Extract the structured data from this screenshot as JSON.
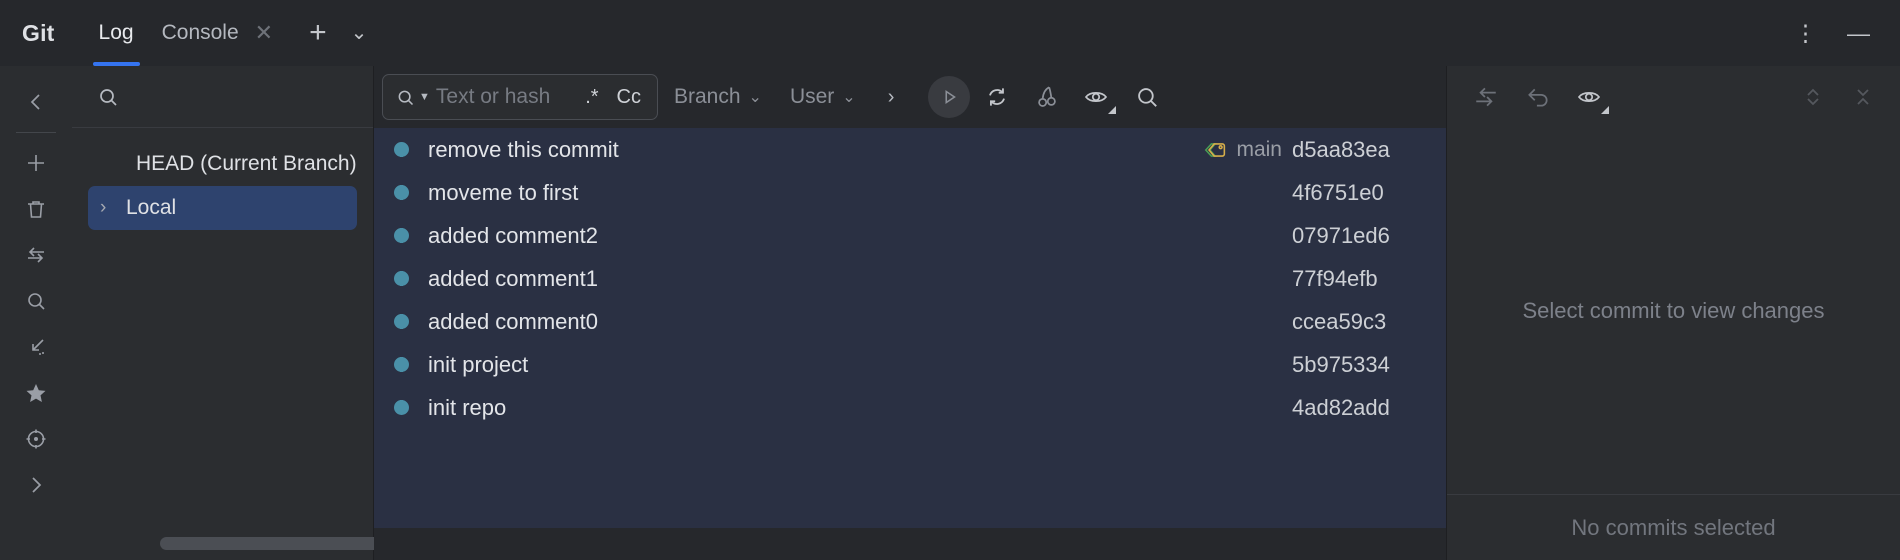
{
  "window": {
    "app_title": "Git",
    "tabs": [
      {
        "label": "Log",
        "active": true
      },
      {
        "label": "Console",
        "active": false
      }
    ],
    "tab_close_icon": "close-icon",
    "new_tab_icon": "plus-icon",
    "tab_list_icon": "chevron-down-icon",
    "options_icon": "more-vertical-icon",
    "minimize_icon": "minimize-icon"
  },
  "left_rail": {
    "icons": [
      "collapse-left-icon",
      "add-icon",
      "delete-icon",
      "compare-branches-icon",
      "search-icon",
      "collapse-diagonal-icon",
      "favorite-star-icon",
      "target-icon",
      "expand-right-icon"
    ]
  },
  "branch_panel": {
    "search_icon": "search-icon",
    "search_value": "",
    "tree": [
      {
        "label": "HEAD (Current Branch)",
        "selected": false,
        "expandable": false
      },
      {
        "label": "Local",
        "selected": true,
        "expandable": true,
        "arrow": "chevron-right-icon"
      }
    ],
    "scrollbar": "horizontal-scrollbar"
  },
  "log_toolbar": {
    "search": {
      "icon": "search-icon",
      "dropdown_icon": "caret-down-icon",
      "placeholder": "Text or hash",
      "value": "",
      "regex_toggle": ".*",
      "case_toggle": "Cc"
    },
    "filters": [
      {
        "label": "Branch",
        "icon": "chevron-down-icon"
      },
      {
        "label": "User",
        "icon": "chevron-down-icon"
      }
    ],
    "more_filters_icon": "chevron-right-icon",
    "actions": [
      "run-icon",
      "refresh-icon",
      "cherry-pick-icon",
      "show-hide-icon",
      "search-icon"
    ]
  },
  "commits": {
    "columns": [
      "graph",
      "subject",
      "refs",
      "hash"
    ],
    "rows": [
      {
        "subject": "remove this commit",
        "ref": "main",
        "ref_icon": "branch-tag-icon",
        "hash": "d5aa83ea"
      },
      {
        "subject": "moveme to first",
        "ref": "",
        "ref_icon": "",
        "hash": "4f6751e0"
      },
      {
        "subject": "added comment2",
        "ref": "",
        "ref_icon": "",
        "hash": "07971ed6"
      },
      {
        "subject": "added comment1",
        "ref": "",
        "ref_icon": "",
        "hash": "77f94efb"
      },
      {
        "subject": "added comment0",
        "ref": "",
        "ref_icon": "",
        "hash": "ccea59c3"
      },
      {
        "subject": "init project",
        "ref": "",
        "ref_icon": "",
        "hash": "5b975334"
      },
      {
        "subject": "init repo",
        "ref": "",
        "ref_icon": "",
        "hash": "4ad82add"
      }
    ]
  },
  "details_panel": {
    "toolbar_icons": [
      "compare-icon",
      "revert-icon",
      "show-diff-settings-icon"
    ],
    "right_icons": [
      "expand-all-icon",
      "collapse-all-icon"
    ],
    "empty_message": "Select commit to view changes",
    "footer_message": "No commits selected"
  },
  "colors": {
    "accent": "#3574f0",
    "selection": "#2e436e",
    "list_selection": "#2a3043",
    "graph_node": "#4a90a8",
    "ref_tag_green": "#499c54",
    "ref_tag_yellow": "#d6ae4a",
    "background": "#26282c",
    "panel": "#2b2d30"
  }
}
